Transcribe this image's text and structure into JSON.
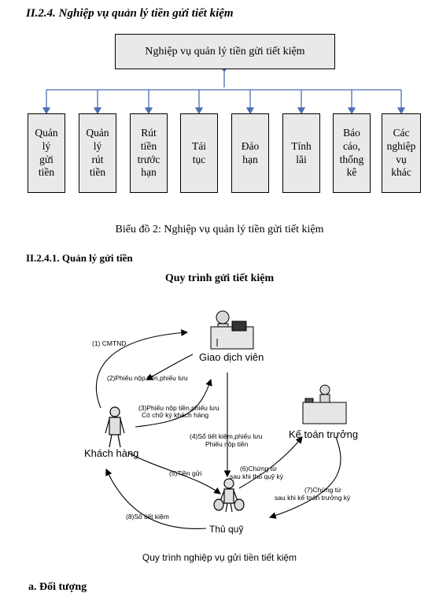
{
  "section_heading": "II.2.4.  Nghiệp vụ quản lý tiền gửi tiết kiệm",
  "org_chart": {
    "root": "Nghiệp vụ quản lý tiền gửi tiết kiệm",
    "children": [
      "Quản\nlý\ngửi\ntiền",
      "Quản\nlý\nrút\ntiền",
      "Rút\ntiền\ntrước\nhạn",
      "Tái\ntục",
      "Đáo\nhạn",
      "Tính\nlãi",
      "Báo\ncáo,\nthống\nkê",
      "Các\nnghiệp\nvụ\nkhác"
    ],
    "caption": "Biểu đồ 2: Nghiệp vụ quản lý tiền gửi tiết kiệm"
  },
  "subsection_heading": "II.2.4.1.  Quản lý gửi tiền",
  "process": {
    "title": "Quy trình gửi tiết kiệm",
    "actors": {
      "teller": "Giao dịch viên",
      "customer": "Khách hàng",
      "chief_accountant": "Kế toán trưởng",
      "cashier": "Thủ quỹ"
    },
    "steps": {
      "s1": "(1) CMTND",
      "s2": "(2)Phiếu nộp tiền,phiếu lưu",
      "s3a": "(3)Phiếu nộp tiền,phiếu lưu",
      "s3b": "Có chữ ký khách hàng",
      "s4a": "(4)Sổ tiết kiệm,phiếu lưu",
      "s4b": "Phiếu nộp tiền",
      "s5": "(5)Tiền gửi",
      "s6a": "(6)Chứng từ",
      "s6b": "sau khi thủ quỹ ký",
      "s7a": "(7)Chứng từ",
      "s7b": "sau khi kế toán trưởng ký",
      "s8": "(8)Sổ tiết kiệm"
    },
    "caption": "Quy trình nghiệp vụ gửi tiền tiết kiệm"
  },
  "next_heading": "a.  Đối tượng"
}
